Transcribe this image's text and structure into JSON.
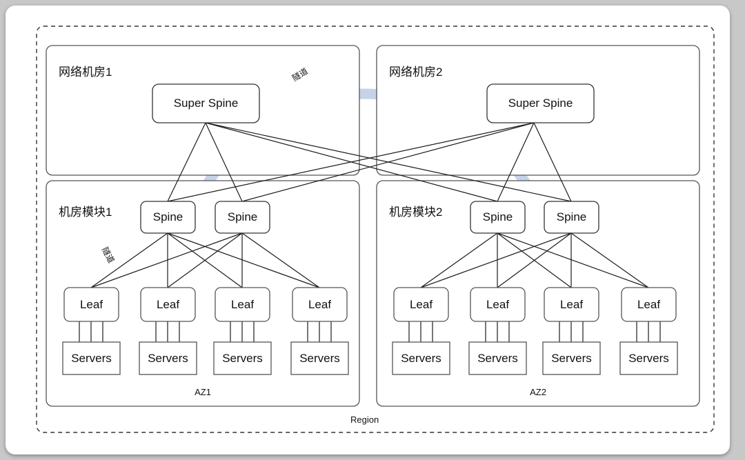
{
  "diagram": {
    "region": {
      "label": "Region"
    },
    "network_rooms": [
      {
        "title": "网络机房1",
        "node": {
          "label": "Super Spine"
        }
      },
      {
        "title": "网络机房2",
        "node": {
          "label": "Super Spine"
        }
      }
    ],
    "modules": [
      {
        "title": "机房模块1",
        "az_label": "AZ1",
        "spines": [
          {
            "label": "Spine"
          },
          {
            "label": "Spine"
          }
        ],
        "leaves": [
          {
            "label": "Leaf"
          },
          {
            "label": "Leaf"
          },
          {
            "label": "Leaf"
          },
          {
            "label": "Leaf"
          }
        ],
        "servers": [
          {
            "label": "Servers"
          },
          {
            "label": "Servers"
          },
          {
            "label": "Servers"
          },
          {
            "label": "Servers"
          }
        ]
      },
      {
        "title": "机房模块2",
        "az_label": "AZ2",
        "spines": [
          {
            "label": "Spine"
          },
          {
            "label": "Spine"
          }
        ],
        "leaves": [
          {
            "label": "Leaf"
          },
          {
            "label": "Leaf"
          },
          {
            "label": "Leaf"
          },
          {
            "label": "Leaf"
          }
        ],
        "servers": [
          {
            "label": "Servers"
          },
          {
            "label": "Servers"
          },
          {
            "label": "Servers"
          },
          {
            "label": "Servers"
          }
        ]
      }
    ],
    "tunnels": [
      {
        "label": "隧道",
        "color": "#c6d2e8",
        "scope": "super-spine-to-super-spine"
      },
      {
        "label": "隧道",
        "color": "#f5e3c8",
        "scope": "leaf-to-leaf-az1"
      }
    ],
    "colors": {
      "stroke": "#555555",
      "line": "#1a1a1a",
      "canvas": "#ffffff",
      "page_background": "#c8c8c8",
      "tunnel_blue": "#c6d2e8",
      "tunnel_orange": "#f5e3c8"
    }
  }
}
